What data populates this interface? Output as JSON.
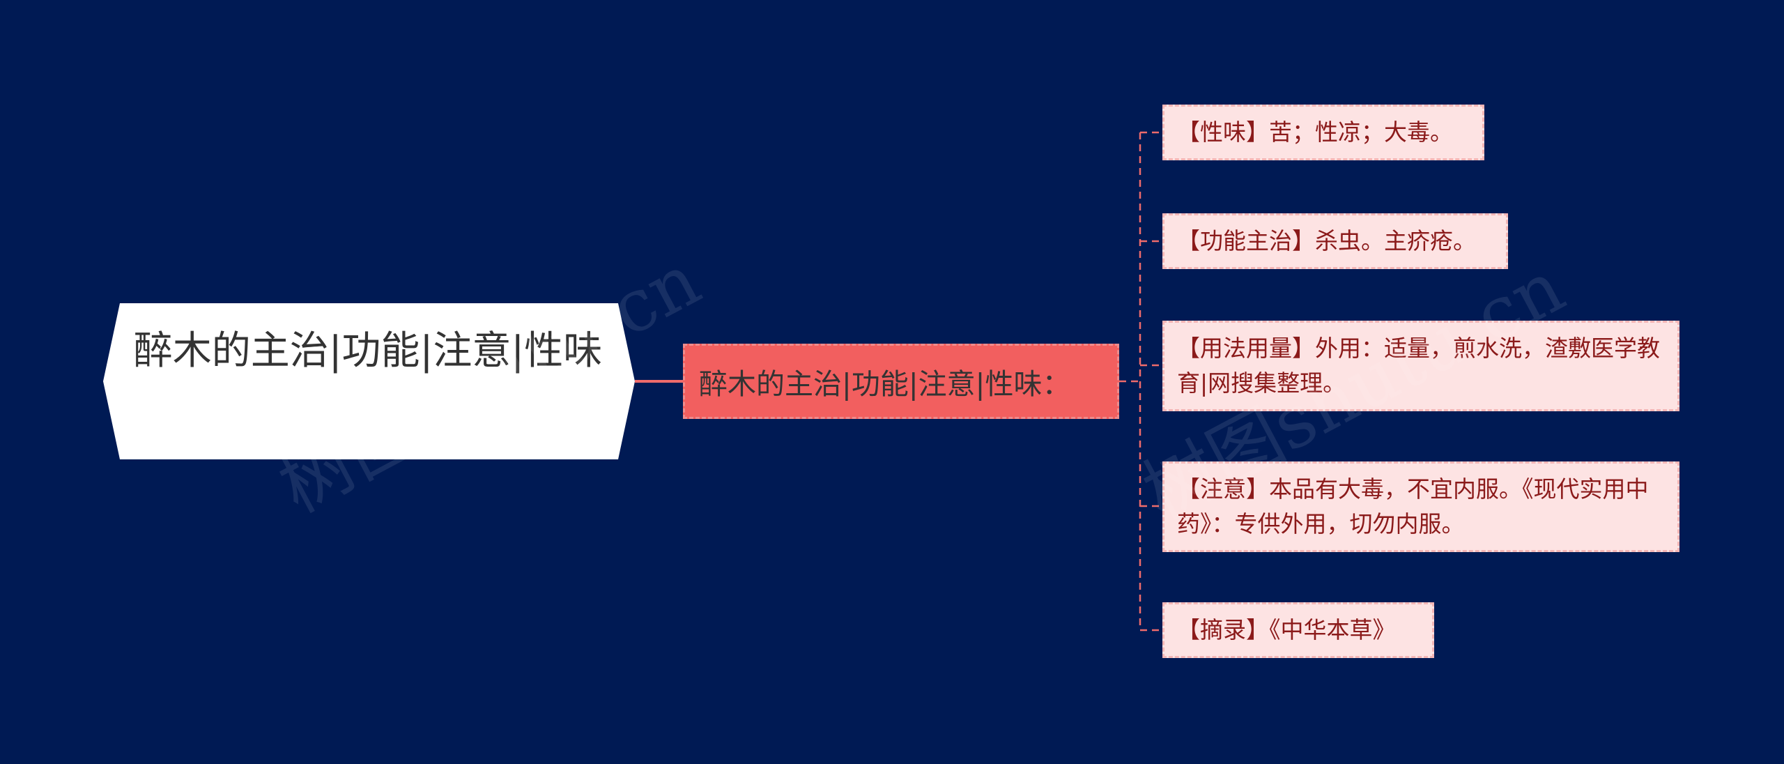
{
  "colors": {
    "background": "#001a54",
    "root_fill": "#ffffff",
    "root_text": "#333333",
    "mid_fill": "#f25f5f",
    "mid_text": "#333333",
    "leaf_fill": "#fde3e3",
    "leaf_text": "#8b1a1a",
    "connector": "#ee6b6b"
  },
  "root": {
    "title": "醉木的主治|功能|注意|性味"
  },
  "middle": {
    "title": "醉木的主治|功能|注意|性味："
  },
  "leaves": [
    {
      "text": "【性味】苦；性凉；大毒。"
    },
    {
      "text": "【功能主治】杀虫。主疥疮。"
    },
    {
      "text": "【用法用量】外用：适量，煎水洗，渣敷医学教育|网搜集整理。"
    },
    {
      "text": "【注意】本品有大毒，不宜内服。《现代实用中药》：专供外用，切勿内服。"
    },
    {
      "text": "【摘录】《中华本草》"
    }
  ],
  "watermarks": [
    "树图shutu.cn",
    "树图shutu.cn"
  ]
}
